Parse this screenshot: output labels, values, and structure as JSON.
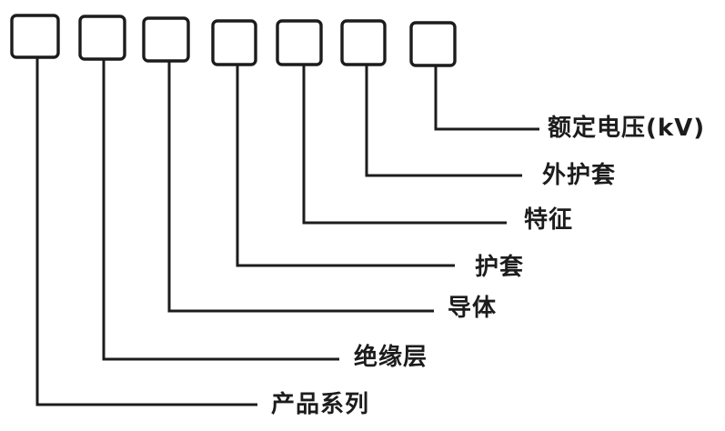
{
  "diagram": {
    "description_rows": [
      {
        "label": "额定电压(kV)"
      },
      {
        "label": "外护套"
      },
      {
        "label": "特征"
      },
      {
        "label": "护套"
      },
      {
        "label": "导体"
      },
      {
        "label": "绝缘层"
      },
      {
        "label": "产品系列"
      }
    ],
    "box_count": 7,
    "colors": {
      "ink": "#1c1c1c",
      "background": "#ffffff"
    }
  }
}
